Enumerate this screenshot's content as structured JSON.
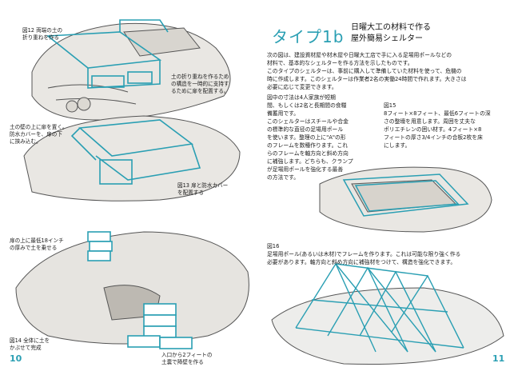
{
  "left_page": {
    "fig12": "図12  両端の土の\n    折り重ねを作る",
    "support_note": "土の折り重ねを作るため\nの構造を一時的に支持す\nるために扉を配置する。",
    "door_note": "土の壁の上に扉を置く。\n防水カバーを、扉の下\nに挟み込む。",
    "fig13": "図13  扉と防水カバー\n      を配置する",
    "soil_depth_note": "扉の上に最低18インチ\nの厚みで土を乗せる",
    "fig14": "図14  全体に土を\n    かぶせて完成",
    "entrance_note": "入口から2フィートの\n土嚢で障壁を作る",
    "page_number": "10"
  },
  "right_page": {
    "type_label": "タイプ1b",
    "title": "日曜大工の材料で作る\n屋外簡易シェルター",
    "intro": "次の図は、建設資材屋や材木屋や日曜大工店で手に入る足場用ポールなどの\n材料で、基本的なシェルターを作る方法を示したものです。\n  このタイプのシェルターは、事前に購入して準備していた材料を使って、危機の\n時に作成します。このシェルターは作業者2名の実働24時間で作れます。大きさは\n必要に応じて変更できます。",
    "col_left": "  図中の寸法は4人家族が短期\n間、もしくは2名と長期間の食糧\n備蓄用です。\nこのシェルターはスチールや合金\nの標準的な直径の足場用ポール\nを使います。整理の上に\"A\"の形\nのフレームを数種作ります。これ\nらのフレームを軸方向と斜め方向\nに補強します。どちらも、クランプ\nが足場用ポールを強化する最善\nの方法です。",
    "fig15_label": "図15",
    "fig15_text": "8フィート×8フィート、最低6フィートの深\nさの整壕を用意します。周囲を丈夫な\nポリエチレンの囲い材す。4フィート×8\nフィートの厚さ3/4インチの合板2枚を床\nにします。",
    "fig16_label": "図16",
    "fig16_text": "足場用ポール(あるいは木材)でフレームを作ります。これは可能な限り強く作る\n必要があります。軸方向と斜め方向に補強材をつけて、構造を強化できます。",
    "page_number": "11"
  },
  "colors": {
    "accent": "#2a9fb3",
    "sketch": "#555555"
  }
}
